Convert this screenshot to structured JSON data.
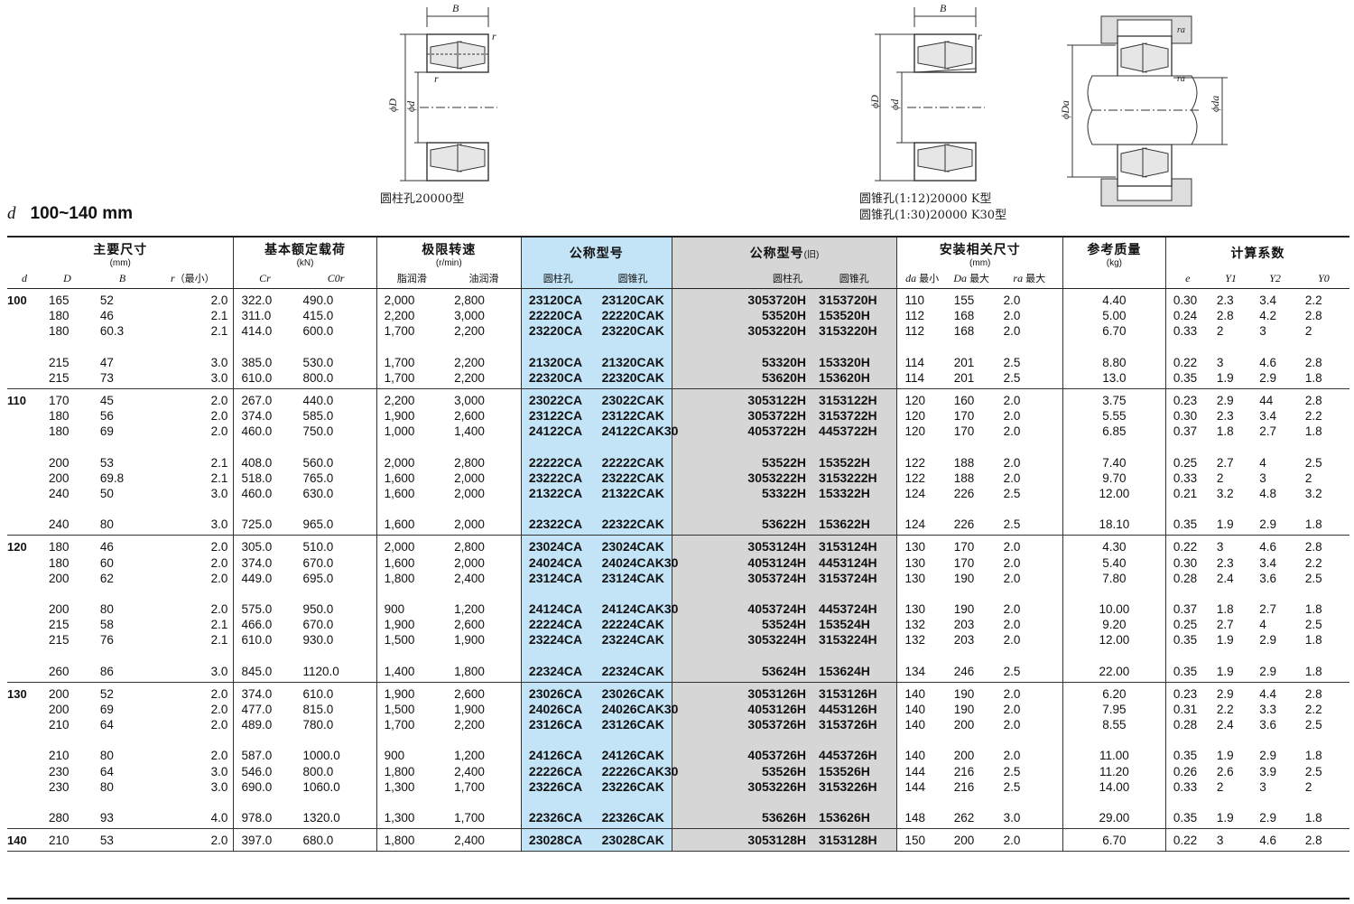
{
  "captions": {
    "cylindrical": "圆柱孔20000型",
    "taper12": "圆锥孔(1:12)20000 K型",
    "taper30": "圆锥孔(1:30)20000 K30型"
  },
  "drawing_labels": {
    "B": "B",
    "r": "r",
    "phiD": "ϕD",
    "phid": "ϕd",
    "phiDa": "ϕDa",
    "phida": "ϕda",
    "ra": "ra"
  },
  "range": {
    "symbol": "d",
    "text": "100~140 mm"
  },
  "headers": {
    "main_dims": "主要尺寸",
    "main_dims_unit": "(mm)",
    "load": "基本额定载荷",
    "load_unit": "(kN)",
    "speed": "极限转速",
    "speed_unit": "(r/min)",
    "model": "公称型号",
    "old_model": "公称型号",
    "old_model_suffix": "(旧)",
    "mount": "安装相关尺寸",
    "mount_unit": "(mm)",
    "mass": "参考质量",
    "mass_unit": "(kg)",
    "calc": "计算系数",
    "d": "d",
    "D": "D",
    "B": "B",
    "r": "r",
    "r_min": "（最小）",
    "Cr": "Cr",
    "C0r": "C0r",
    "grease": "脂润滑",
    "oil": "油润滑",
    "cyl": "圆柱孔",
    "taper": "圆锥孔",
    "cyl_old": "圆柱孔",
    "taper_old": "圆锥孔",
    "da": "da",
    "Da": "Da",
    "ra": "ra",
    "da_min": "最小",
    "Da_max": "最大",
    "ra_max": "最大",
    "e": "e",
    "Y1": "Y1",
    "Y2": "Y2",
    "Y0": "Y0"
  },
  "groups": [
    {
      "d": "100",
      "rows": [
        [
          "165",
          "52",
          "2.0",
          "322.0",
          "490.0",
          "2,000",
          "2,800",
          "23120CA",
          "23120CAK",
          "3053720H",
          "3153720H",
          "110",
          "155",
          "2.0",
          "4.40",
          "0.30",
          "2.3",
          "3.4",
          "2.2"
        ],
        [
          "180",
          "46",
          "2.1",
          "311.0",
          "415.0",
          "2,200",
          "3,000",
          "22220CA",
          "22220CAK",
          "53520H",
          "153520H",
          "112",
          "168",
          "2.0",
          "5.00",
          "0.24",
          "2.8",
          "4.2",
          "2.8"
        ],
        [
          "180",
          "60.3",
          "2.1",
          "414.0",
          "600.0",
          "1,700",
          "2,200",
          "23220CA",
          "23220CAK",
          "3053220H",
          "3153220H",
          "112",
          "168",
          "2.0",
          "6.70",
          "0.33",
          "2",
          "3",
          "2"
        ],
        null,
        [
          "215",
          "47",
          "3.0",
          "385.0",
          "530.0",
          "1,700",
          "2,200",
          "21320CA",
          "21320CAK",
          "53320H",
          "153320H",
          "114",
          "201",
          "2.5",
          "8.80",
          "0.22",
          "3",
          "4.6",
          "2.8"
        ],
        [
          "215",
          "73",
          "3.0",
          "610.0",
          "800.0",
          "1,700",
          "2,200",
          "22320CA",
          "22320CAK",
          "53620H",
          "153620H",
          "114",
          "201",
          "2.5",
          "13.0",
          "0.35",
          "1.9",
          "2.9",
          "1.8"
        ]
      ]
    },
    {
      "d": "110",
      "rows": [
        [
          "170",
          "45",
          "2.0",
          "267.0",
          "440.0",
          "2,200",
          "3,000",
          "23022CA",
          "23022CAK",
          "3053122H",
          "3153122H",
          "120",
          "160",
          "2.0",
          "3.75",
          "0.23",
          "2.9",
          "44",
          "2.8"
        ],
        [
          "180",
          "56",
          "2.0",
          "374.0",
          "585.0",
          "1,900",
          "2,600",
          "23122CA",
          "23122CAK",
          "3053722H",
          "3153722H",
          "120",
          "170",
          "2.0",
          "5.55",
          "0.30",
          "2.3",
          "3.4",
          "2.2"
        ],
        [
          "180",
          "69",
          "2.0",
          "460.0",
          "750.0",
          "1,000",
          "1,400",
          "24122CA",
          "24122CAK30",
          "4053722H",
          "4453722H",
          "120",
          "170",
          "2.0",
          "6.85",
          "0.37",
          "1.8",
          "2.7",
          "1.8"
        ],
        null,
        [
          "200",
          "53",
          "2.1",
          "408.0",
          "560.0",
          "2,000",
          "2,800",
          "22222CA",
          "22222CAK",
          "53522H",
          "153522H",
          "122",
          "188",
          "2.0",
          "7.40",
          "0.25",
          "2.7",
          "4",
          "2.5"
        ],
        [
          "200",
          "69.8",
          "2.1",
          "518.0",
          "765.0",
          "1,600",
          "2,000",
          "23222CA",
          "23222CAK",
          "3053222H",
          "3153222H",
          "122",
          "188",
          "2.0",
          "9.70",
          "0.33",
          "2",
          "3",
          "2"
        ],
        [
          "240",
          "50",
          "3.0",
          "460.0",
          "630.0",
          "1,600",
          "2,000",
          "21322CA",
          "21322CAK",
          "53322H",
          "153322H",
          "124",
          "226",
          "2.5",
          "12.00",
          "0.21",
          "3.2",
          "4.8",
          "3.2"
        ],
        null,
        [
          "240",
          "80",
          "3.0",
          "725.0",
          "965.0",
          "1,600",
          "2,000",
          "22322CA",
          "22322CAK",
          "53622H",
          "153622H",
          "124",
          "226",
          "2.5",
          "18.10",
          "0.35",
          "1.9",
          "2.9",
          "1.8"
        ]
      ]
    },
    {
      "d": "120",
      "rows": [
        [
          "180",
          "46",
          "2.0",
          "305.0",
          "510.0",
          "2,000",
          "2,800",
          "23024CA",
          "23024CAK",
          "3053124H",
          "3153124H",
          "130",
          "170",
          "2.0",
          "4.30",
          "0.22",
          "3",
          "4.6",
          "2.8"
        ],
        [
          "180",
          "60",
          "2.0",
          "374.0",
          "670.0",
          "1,600",
          "2,000",
          "24024CA",
          "24024CAK30",
          "4053124H",
          "4453124H",
          "130",
          "170",
          "2.0",
          "5.40",
          "0.30",
          "2.3",
          "3.4",
          "2.2"
        ],
        [
          "200",
          "62",
          "2.0",
          "449.0",
          "695.0",
          "1,800",
          "2,400",
          "23124CA",
          "23124CAK",
          "3053724H",
          "3153724H",
          "130",
          "190",
          "2.0",
          "7.80",
          "0.28",
          "2.4",
          "3.6",
          "2.5"
        ],
        null,
        [
          "200",
          "80",
          "2.0",
          "575.0",
          "950.0",
          "900",
          "1,200",
          "24124CA",
          "24124CAK30",
          "4053724H",
          "4453724H",
          "130",
          "190",
          "2.0",
          "10.00",
          "0.37",
          "1.8",
          "2.7",
          "1.8"
        ],
        [
          "215",
          "58",
          "2.1",
          "466.0",
          "670.0",
          "1,900",
          "2,600",
          "22224CA",
          "22224CAK",
          "53524H",
          "153524H",
          "132",
          "203",
          "2.0",
          "9.20",
          "0.25",
          "2.7",
          "4",
          "2.5"
        ],
        [
          "215",
          "76",
          "2.1",
          "610.0",
          "930.0",
          "1,500",
          "1,900",
          "23224CA",
          "23224CAK",
          "3053224H",
          "3153224H",
          "132",
          "203",
          "2.0",
          "12.00",
          "0.35",
          "1.9",
          "2.9",
          "1.8"
        ],
        null,
        [
          "260",
          "86",
          "3.0",
          "845.0",
          "1120.0",
          "1,400",
          "1,800",
          "22324CA",
          "22324CAK",
          "53624H",
          "153624H",
          "134",
          "246",
          "2.5",
          "22.00",
          "0.35",
          "1.9",
          "2.9",
          "1.8"
        ]
      ]
    },
    {
      "d": "130",
      "rows": [
        [
          "200",
          "52",
          "2.0",
          "374.0",
          "610.0",
          "1,900",
          "2,600",
          "23026CA",
          "23026CAK",
          "3053126H",
          "3153126H",
          "140",
          "190",
          "2.0",
          "6.20",
          "0.23",
          "2.9",
          "4.4",
          "2.8"
        ],
        [
          "200",
          "69",
          "2.0",
          "477.0",
          "815.0",
          "1,500",
          "1,900",
          "24026CA",
          "24026CAK30",
          "4053126H",
          "4453126H",
          "140",
          "190",
          "2.0",
          "7.95",
          "0.31",
          "2.2",
          "3.3",
          "2.2"
        ],
        [
          "210",
          "64",
          "2.0",
          "489.0",
          "780.0",
          "1,700",
          "2,200",
          "23126CA",
          "23126CAK",
          "3053726H",
          "3153726H",
          "140",
          "200",
          "2.0",
          "8.55",
          "0.28",
          "2.4",
          "3.6",
          "2.5"
        ],
        null,
        [
          "210",
          "80",
          "2.0",
          "587.0",
          "1000.0",
          "900",
          "1,200",
          "24126CA",
          "24126CAK",
          "4053726H",
          "4453726H",
          "140",
          "200",
          "2.0",
          "11.00",
          "0.35",
          "1.9",
          "2.9",
          "1.8"
        ],
        [
          "230",
          "64",
          "3.0",
          "546.0",
          "800.0",
          "1,800",
          "2,400",
          "22226CA",
          "22226CAK30",
          "53526H",
          "153526H",
          "144",
          "216",
          "2.5",
          "11.20",
          "0.26",
          "2.6",
          "3.9",
          "2.5"
        ],
        [
          "230",
          "80",
          "3.0",
          "690.0",
          "1060.0",
          "1,300",
          "1,700",
          "23226CA",
          "23226CAK",
          "3053226H",
          "3153226H",
          "144",
          "216",
          "2.5",
          "14.00",
          "0.33",
          "2",
          "3",
          "2"
        ],
        null,
        [
          "280",
          "93",
          "4.0",
          "978.0",
          "1320.0",
          "1,300",
          "1,700",
          "22326CA",
          "22326CAK",
          "53626H",
          "153626H",
          "148",
          "262",
          "3.0",
          "29.00",
          "0.35",
          "1.9",
          "2.9",
          "1.8"
        ]
      ]
    },
    {
      "d": "140",
      "rows": [
        [
          "210",
          "53",
          "2.0",
          "397.0",
          "680.0",
          "1,800",
          "2,400",
          "23028CA",
          "23028CAK",
          "3053128H",
          "3153128H",
          "150",
          "200",
          "2.0",
          "6.70",
          "0.22",
          "3",
          "4.6",
          "2.8"
        ]
      ]
    }
  ]
}
